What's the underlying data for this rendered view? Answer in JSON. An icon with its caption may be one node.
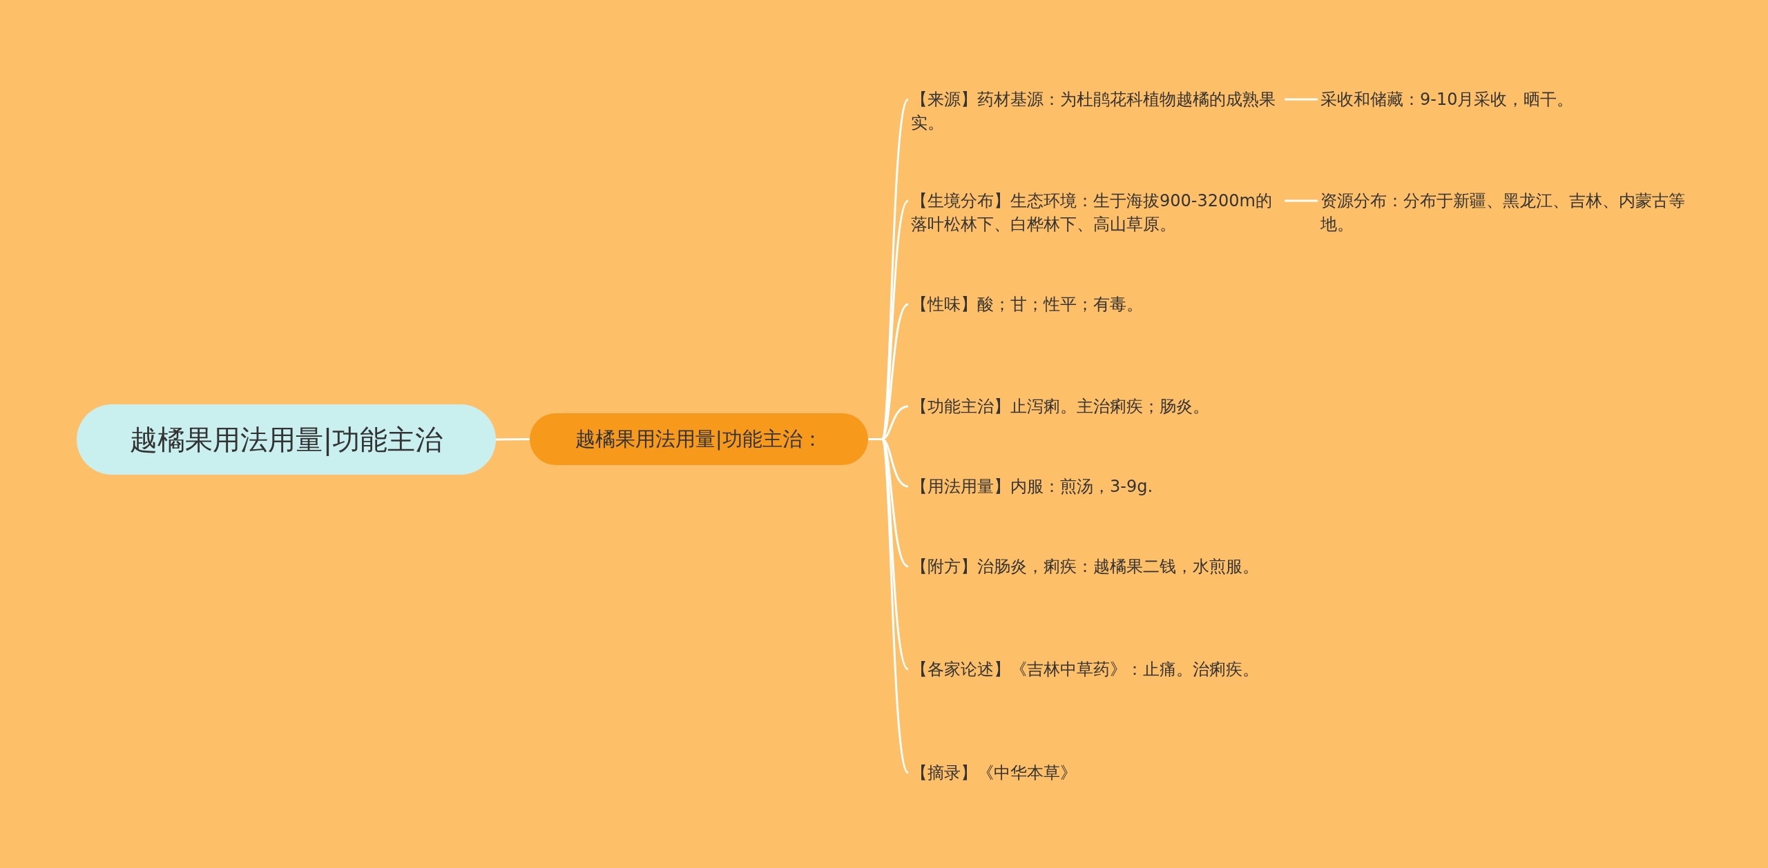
{
  "diagram": {
    "nodes": [
      {
        "text": [
          "越橘果用法用量|功能主治"
        ]
      },
      {
        "text": [
          "越橘果用法用量|功能主治："
        ]
      },
      {
        "text": [
          "【来源】药材基源：为杜鹃花科植物越橘的成熟果实。"
        ]
      },
      {
        "text": [
          "【生境分布】生态环境：生于海拔900-3200m的落叶松林下、白桦林下、高山草原。"
        ]
      },
      {
        "text": [
          "【性味】酸；甘；性平；有毒。"
        ]
      },
      {
        "text": [
          "【功能主治】止泻痢。主治痢疾；肠炎。"
        ]
      },
      {
        "text": [
          "【用法用量】内服：煎汤，3-9g."
        ]
      },
      {
        "text": [
          "【附方】治肠炎，痢疾：越橘果二钱，水煎服。"
        ]
      },
      {
        "text": [
          "【各家论述】《吉林中草药》：止痛。治痢疾。"
        ]
      },
      {
        "text": [
          "【摘录】《中华本草》"
        ]
      },
      {
        "text": [
          "采收和储藏：9-10月采收，晒干。"
        ]
      },
      {
        "text": [
          "资源分布：分布于新疆、黑龙江、吉林、内蒙古等地。"
        ]
      }
    ],
    "edges": [
      {
        "from": 0,
        "to": 1,
        "arrow": "none"
      },
      {
        "from": 1,
        "to": 2,
        "arrow": "none"
      },
      {
        "from": 1,
        "to": 3,
        "arrow": "none"
      },
      {
        "from": 1,
        "to": 4,
        "arrow": "none"
      },
      {
        "from": 1,
        "to": 5,
        "arrow": "none"
      },
      {
        "from": 1,
        "to": 6,
        "arrow": "none"
      },
      {
        "from": 1,
        "to": 7,
        "arrow": "none"
      },
      {
        "from": 1,
        "to": 8,
        "arrow": "none"
      },
      {
        "from": 1,
        "to": 9,
        "arrow": "none"
      },
      {
        "from": 2,
        "to": 10,
        "arrow": "none"
      },
      {
        "from": 3,
        "to": 11,
        "arrow": "none"
      }
    ]
  }
}
